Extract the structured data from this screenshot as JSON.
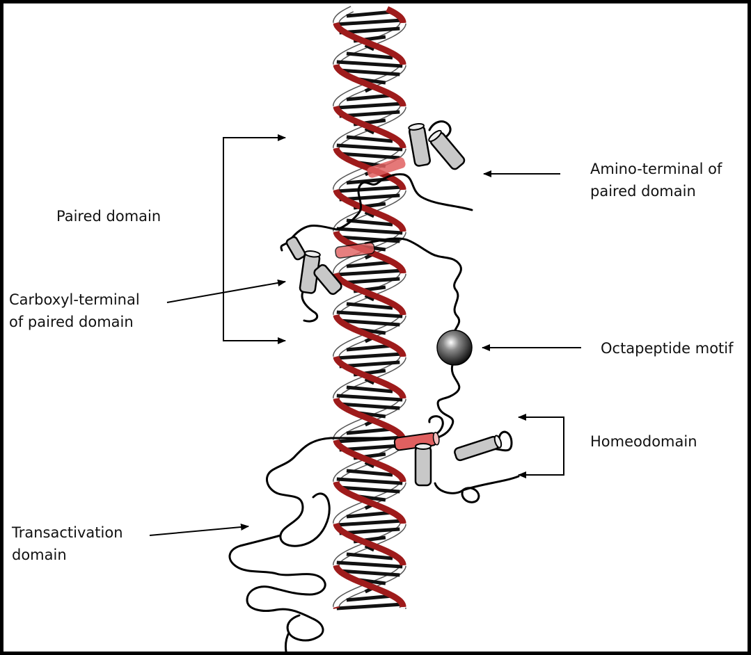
{
  "labels": {
    "amino_terminal": [
      "Amino-terminal of",
      "paired domain"
    ],
    "paired_domain": "Paired domain",
    "carboxyl_terminal": [
      "Carboxyl-terminal",
      "of paired domain"
    ],
    "octapeptide": "Octapeptide motif",
    "homeodomain": "Homeodomain",
    "transactivation": [
      "Transactivation",
      "domain"
    ]
  },
  "colors": {
    "strand_front": "#9e1b1b",
    "strand_back": "#ffffff",
    "base_pair": "#111111",
    "helix_cylinder": "#c8c8c8",
    "dna_contact_helix": "#e06060",
    "frame": "#000000"
  }
}
